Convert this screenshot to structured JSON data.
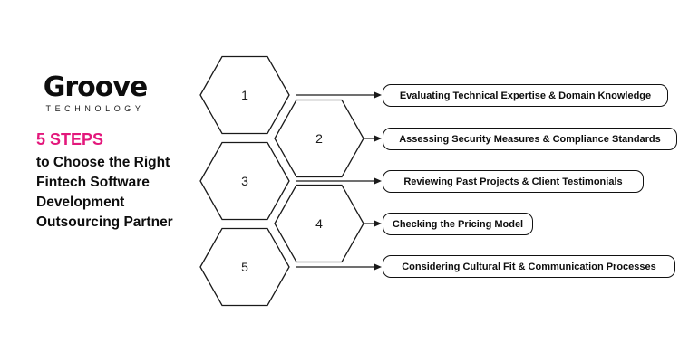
{
  "logo": {
    "name": "Groove",
    "subtitle": "TECHNOLOGY"
  },
  "title": {
    "highlight": "5 STEPS",
    "lines": [
      "to Choose the Right",
      "Fintech Software",
      "Development",
      "Outsourcing Partner"
    ]
  },
  "colors": {
    "accent": "#E3187C",
    "ink": "#1A1A1A"
  },
  "steps": [
    {
      "number": "1",
      "label": "Evaluating Technical Expertise & Domain Knowledge"
    },
    {
      "number": "2",
      "label": "Assessing Security Measures & Compliance Standards"
    },
    {
      "number": "3",
      "label": "Reviewing Past Projects & Client Testimonials"
    },
    {
      "number": "4",
      "label": "Checking the Pricing Model"
    },
    {
      "number": "5",
      "label": "Considering Cultural Fit & Communication Processes"
    }
  ]
}
